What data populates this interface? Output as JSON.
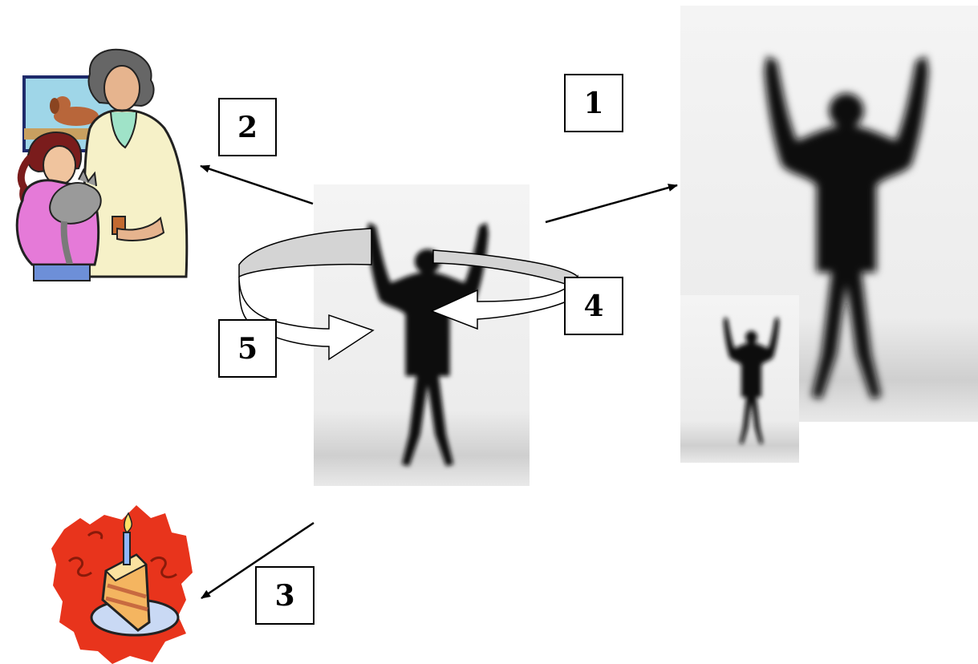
{
  "labels": {
    "one": "1",
    "two": "2",
    "three": "3",
    "four": "4",
    "five": "5"
  },
  "pictures": {
    "center": "silhouette-photo",
    "enlarged": "silhouette-photo-enlarged",
    "reduced": "silhouette-photo-reduced",
    "vet": "veterinarian-clipart",
    "cake": "birthday-cake-clipart"
  },
  "colors": {
    "arrow": "#000000",
    "rotate_fill_top": "#d4d4d4",
    "cake_background": "#e8341c"
  }
}
